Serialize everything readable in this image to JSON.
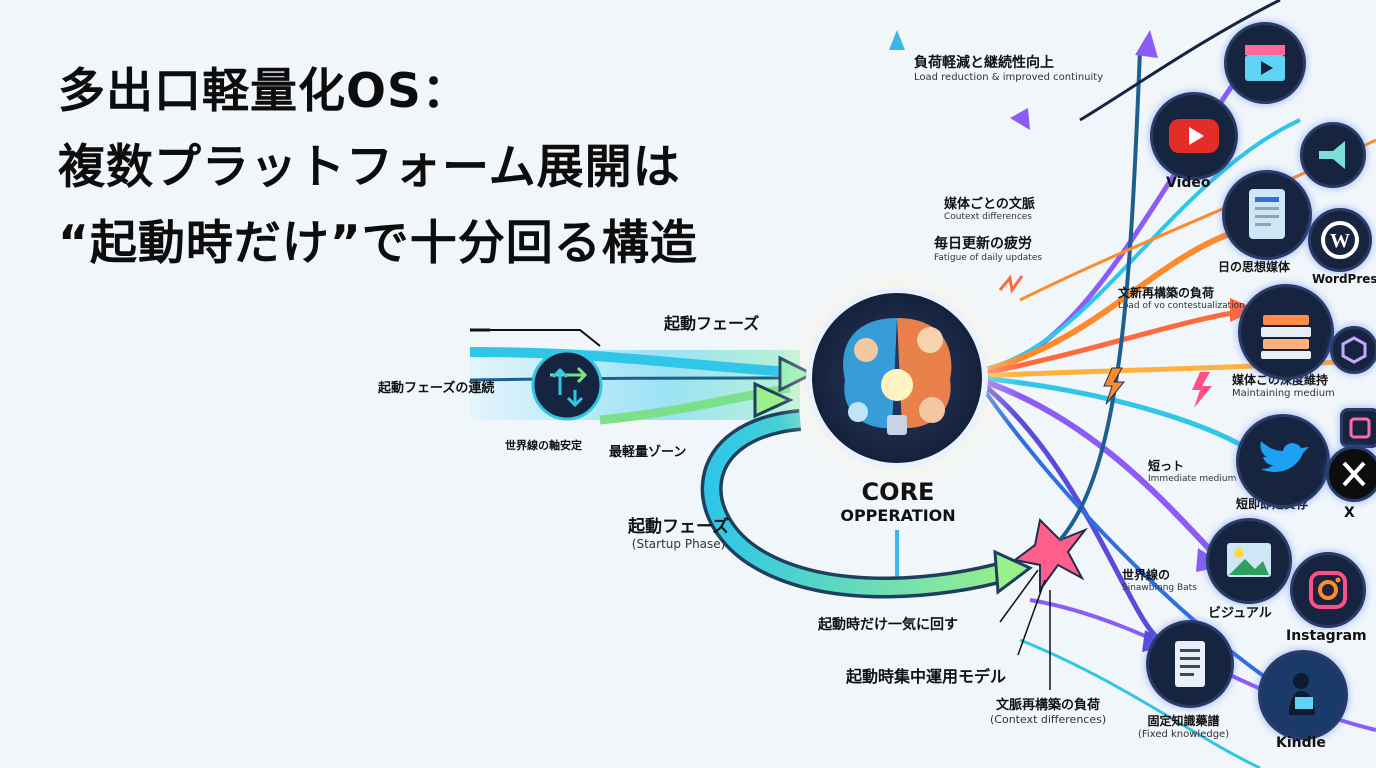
{
  "title": {
    "line1": "多出口軽量化OS：",
    "line2": "複数プラットフォーム展開は",
    "line3": "“起動時だけ”で十分回る構造"
  },
  "core": {
    "label1": "CORE",
    "label2": "OPPERATION"
  },
  "labels": {
    "startup_top": "起動フェーズ",
    "startup_continuation": "起動フェーズの連続",
    "worldline_fixed": "世界線の軸安定",
    "lightest_zone": "最軽量ゾーン",
    "startup_phase_jp": "起動フェーズ",
    "startup_phase_en": "(Startup Phase)",
    "run_at_once": "起動時だけ一気に回す",
    "concentrated_model": "起動時集中運用モデル",
    "context_load_jp": "文脈再構築の負荷",
    "context_load_en": "(Context differences)",
    "load_reduction_jp": "負荷軽減と継続性向上",
    "load_reduction_en": "Load reduction & improved continuity",
    "context_diff_jp": "媒体ごとの文脈",
    "context_diff_en": "Coutext differences",
    "fatigue_jp": "毎日更新の疲労",
    "fatigue_en": "Fatigue of daily updates",
    "recontext_jp": "文新再構築の負荷",
    "recontext_en": "Load of vo contestualization",
    "maintain_jp": "媒体ごの深度維持",
    "maintain_en": "Maintaining medium",
    "short_jp": "短っト",
    "short_en": "Immediate medium",
    "short_store": "短即即定賽存",
    "worldline2_jp": "世界線の",
    "worldline2_en": "Sinawbinng Bats",
    "visual": "ビジュアル",
    "fixed_knowledge_jp": "固定知識藥譜",
    "fixed_knowledge_en": "(Fixed knowledge)",
    "daily_media": "日の思想媒体"
  },
  "platforms": {
    "video": "Video",
    "wordpress": "WordPress",
    "x": "X",
    "instagram": "Instagram",
    "kindle": "Kindle"
  },
  "icons": [
    "film-clapper-icon",
    "youtube-play-icon",
    "megaphone-icon",
    "tablet-document-icon",
    "wordpress-icon",
    "book-stack-icon",
    "cube-icon",
    "twitter-bird-icon",
    "x-logo-icon",
    "image-icon",
    "instagram-icon",
    "scroll-icon",
    "reader-silhouette-icon",
    "core-brain-bulb-icon",
    "network-arrows-icon"
  ],
  "colors": {
    "cyan": "#2fc6e8",
    "green": "#7be08a",
    "orange": "#ff8a2b",
    "purple": "#8b5cf6",
    "navy": "#16243f",
    "pink": "#ff4f86",
    "youtube_red": "#e52d27",
    "twitter_blue": "#1da1f2"
  }
}
